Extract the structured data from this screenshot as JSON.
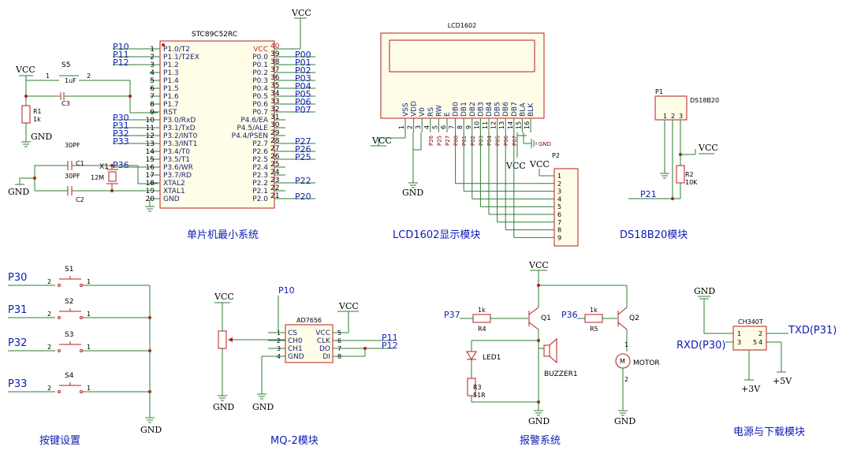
{
  "mcu": {
    "ref": "STC89C52RC",
    "left_pins": [
      {
        "num": "1",
        "name": "P1.0/T2"
      },
      {
        "num": "2",
        "name": "P1.1/T2EX"
      },
      {
        "num": "3",
        "name": "P1.2"
      },
      {
        "num": "4",
        "name": "P1.3"
      },
      {
        "num": "5",
        "name": "P1.4"
      },
      {
        "num": "6",
        "name": "P1.5"
      },
      {
        "num": "7",
        "name": "P1.6"
      },
      {
        "num": "8",
        "name": "P1.7"
      },
      {
        "num": "9",
        "name": "RST"
      },
      {
        "num": "10",
        "name": "P3.0/RxD"
      },
      {
        "num": "11",
        "name": "P3.1/TxD"
      },
      {
        "num": "12",
        "name": "P3.2/INT0"
      },
      {
        "num": "13",
        "name": "P3.3/INT1"
      },
      {
        "num": "14",
        "name": "P3.4/T0"
      },
      {
        "num": "15",
        "name": "P3.5/T1"
      },
      {
        "num": "16",
        "name": "P3.6/WR"
      },
      {
        "num": "17",
        "name": "P3.7/RD"
      },
      {
        "num": "18",
        "name": "XTAL2"
      },
      {
        "num": "19",
        "name": "XTAL1"
      },
      {
        "num": "20",
        "name": "GND"
      }
    ],
    "right_pins": [
      {
        "num": "40",
        "name": "VCC"
      },
      {
        "num": "39",
        "name": "P0.0"
      },
      {
        "num": "38",
        "name": "P0.1"
      },
      {
        "num": "37",
        "name": "P0.2"
      },
      {
        "num": "36",
        "name": "P0.3"
      },
      {
        "num": "35",
        "name": "P0.4"
      },
      {
        "num": "34",
        "name": "P0.5"
      },
      {
        "num": "33",
        "name": "P0.6"
      },
      {
        "num": "32",
        "name": "P0.7"
      },
      {
        "num": "31",
        "name": "P4.6/EA"
      },
      {
        "num": "30",
        "name": "P4.5/ALE"
      },
      {
        "num": "29",
        "name": "P4.4/PSEN"
      },
      {
        "num": "28",
        "name": "P2.7"
      },
      {
        "num": "27",
        "name": "P2.6"
      },
      {
        "num": "26",
        "name": "P2.5"
      },
      {
        "num": "25",
        "name": "P2.4"
      },
      {
        "num": "24",
        "name": "P2.3"
      },
      {
        "num": "23",
        "name": "P2.2"
      },
      {
        "num": "22",
        "name": "P2.1"
      },
      {
        "num": "21",
        "name": "P2.0"
      }
    ],
    "left_nets": [
      "P10",
      "P11",
      "P12",
      "",
      "",
      "",
      "",
      "",
      "",
      "P30",
      "P31",
      "P32",
      "P33",
      "",
      "",
      "P36"
    ],
    "right_nets": [
      "",
      "P00",
      "P01",
      "P02",
      "P03",
      "P04",
      "P05",
      "P06",
      "P07",
      "",
      "",
      "",
      "P27",
      "P26",
      "P25",
      "",
      "",
      "P22",
      "",
      "P20"
    ],
    "vcc": "VCC",
    "gnd": "GND",
    "reset": {
      "sw": "S5",
      "cap": "C3",
      "cap_val": "1uF",
      "res": "R1",
      "res_val": "1k",
      "p1": "1",
      "p2": "2",
      "vcc": "VCC",
      "gnd": "GND"
    },
    "osc": {
      "c1": "C1",
      "c2": "C2",
      "cval": "30PF",
      "cval2": "30PF",
      "xtal": "X1",
      "xval": "12M",
      "gnd": "GND"
    },
    "title": "单片机最小系统"
  },
  "lcd": {
    "ref": "LCD1602",
    "pin_names": [
      "VSS",
      "VDD",
      "V0",
      "RS",
      "RW",
      "E",
      "DB0",
      "DB1",
      "DB2",
      "DB3",
      "DB4",
      "DB5",
      "DB6",
      "DB7",
      "BLA",
      "BLK"
    ],
    "pin_nums": [
      "1",
      "2",
      "3",
      "4",
      "5",
      "6",
      "7",
      "8",
      "9",
      "10",
      "11",
      "12",
      "13",
      "14",
      "15",
      "16"
    ],
    "rot_nets": [
      "P26",
      "P25",
      "P27",
      "P00",
      "P01",
      "P02",
      "P03",
      "P04",
      "P05",
      "P06",
      "P07"
    ],
    "gnd_label": "GND",
    "vcc": "VCC",
    "vcc2": "VCC",
    "gnd": "GND",
    "header": {
      "ref": "P2",
      "vcc": "VCC",
      "pins": [
        "1",
        "2",
        "3",
        "4",
        "5",
        "6",
        "7",
        "8",
        "9"
      ]
    },
    "title": "LCD1602显示模块"
  },
  "ds18b20": {
    "ref": "P1",
    "name": "DS18B20",
    "pins": [
      "1",
      "2",
      "3"
    ],
    "res": "R2",
    "res_val": "10K",
    "vcc": "VCC",
    "net": "P21",
    "title": "DS18B20模块"
  },
  "buttons": {
    "items": [
      {
        "net": "P30",
        "ref": "S1"
      },
      {
        "net": "P31",
        "ref": "S2"
      },
      {
        "net": "P32",
        "ref": "S3"
      },
      {
        "net": "P33",
        "ref": "S4"
      }
    ],
    "p1": "1",
    "p2": "2",
    "gnd": "GND",
    "title": "按键设置"
  },
  "mq2": {
    "ref": "AD7656",
    "left_pins": [
      {
        "num": "1",
        "name": "CS"
      },
      {
        "num": "2",
        "name": "CH0"
      },
      {
        "num": "3",
        "name": "CH1"
      },
      {
        "num": "4",
        "name": "GND"
      }
    ],
    "right_pins": [
      {
        "num": "5",
        "name": "VCC"
      },
      {
        "num": "6",
        "name": "CLK"
      },
      {
        "num": "7",
        "name": "DO"
      },
      {
        "num": "8",
        "name": "DI"
      }
    ],
    "net_cs": "P10",
    "net_clk": "P11",
    "net_do": "P12",
    "vcc": "VCC",
    "vcc2": "VCC",
    "gnd": "GND",
    "gnd2": "GND",
    "title": "MQ-2模块"
  },
  "alarm": {
    "vcc": "VCC",
    "net_q1": "P37",
    "net_q2": "P36",
    "r4": "R4",
    "r4_val": "1k",
    "r5": "R5",
    "r5_val": "1k",
    "q1": "Q1",
    "q2": "Q2",
    "led": "LED1",
    "r3": "R3",
    "r3_val": "51R",
    "buzzer": "BUZZER1",
    "motor": "MOTOR",
    "motor_pins": [
      "1",
      "2"
    ],
    "gnd": "GND",
    "gnd2": "GND",
    "title": "报警系统"
  },
  "power": {
    "ref": "CH340T",
    "gnd": "GND",
    "pins": [
      "1",
      "2",
      "3",
      "4",
      "5"
    ],
    "rxd": "RXD(P30)",
    "txd": "TXD(P31)",
    "v3": "+3V",
    "v5": "+5V",
    "title": "电源与下载模块"
  }
}
